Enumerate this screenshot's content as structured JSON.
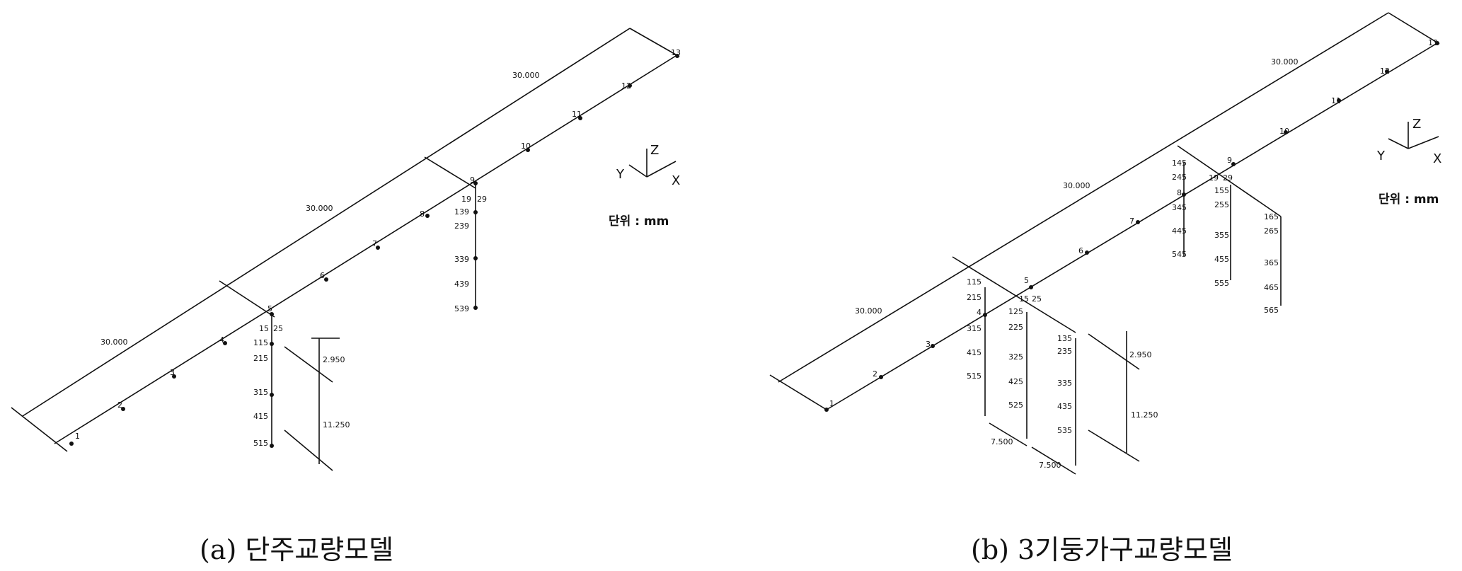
{
  "panel_a": {
    "caption": "(a) 단주교량모델",
    "unit": "단위 : mm",
    "axes": {
      "x": "X",
      "y": "Y",
      "z": "Z"
    },
    "span_labels": [
      "30.000",
      "30.000",
      "30.000"
    ],
    "deck_nodes": [
      "1",
      "2",
      "3",
      "4",
      "5",
      "6",
      "7",
      "8",
      "9",
      "10",
      "11",
      "12",
      "13"
    ],
    "pier1_labels": [
      "15",
      "25",
      "115",
      "215",
      "315",
      "415",
      "515"
    ],
    "pier2_labels": [
      "19",
      "29",
      "139",
      "239",
      "339",
      "439",
      "539"
    ],
    "dims": [
      "2.950",
      "11.250"
    ]
  },
  "panel_b": {
    "caption": "(b) 3기둥가구교량모델",
    "unit": "단위 : mm",
    "axes": {
      "x": "X",
      "y": "Y",
      "z": "Z"
    },
    "span_labels": [
      "30.000",
      "30.000",
      "30.000"
    ],
    "deck_nodes": [
      "1",
      "2",
      "3",
      "4",
      "5",
      "6",
      "7",
      "8",
      "9",
      "10",
      "11",
      "12",
      "13"
    ],
    "bent1_labels": [
      "15",
      "25",
      "115",
      "215",
      "315",
      "415",
      "515",
      "125",
      "225",
      "325",
      "425",
      "525",
      "135",
      "235",
      "335",
      "435",
      "535"
    ],
    "bent2_labels": [
      "19",
      "29",
      "145",
      "245",
      "345",
      "445",
      "545",
      "155",
      "255",
      "355",
      "455",
      "555",
      "165",
      "265",
      "365",
      "465",
      "565"
    ],
    "dims": [
      "2.950",
      "11.250",
      "7.500",
      "7.500"
    ]
  }
}
